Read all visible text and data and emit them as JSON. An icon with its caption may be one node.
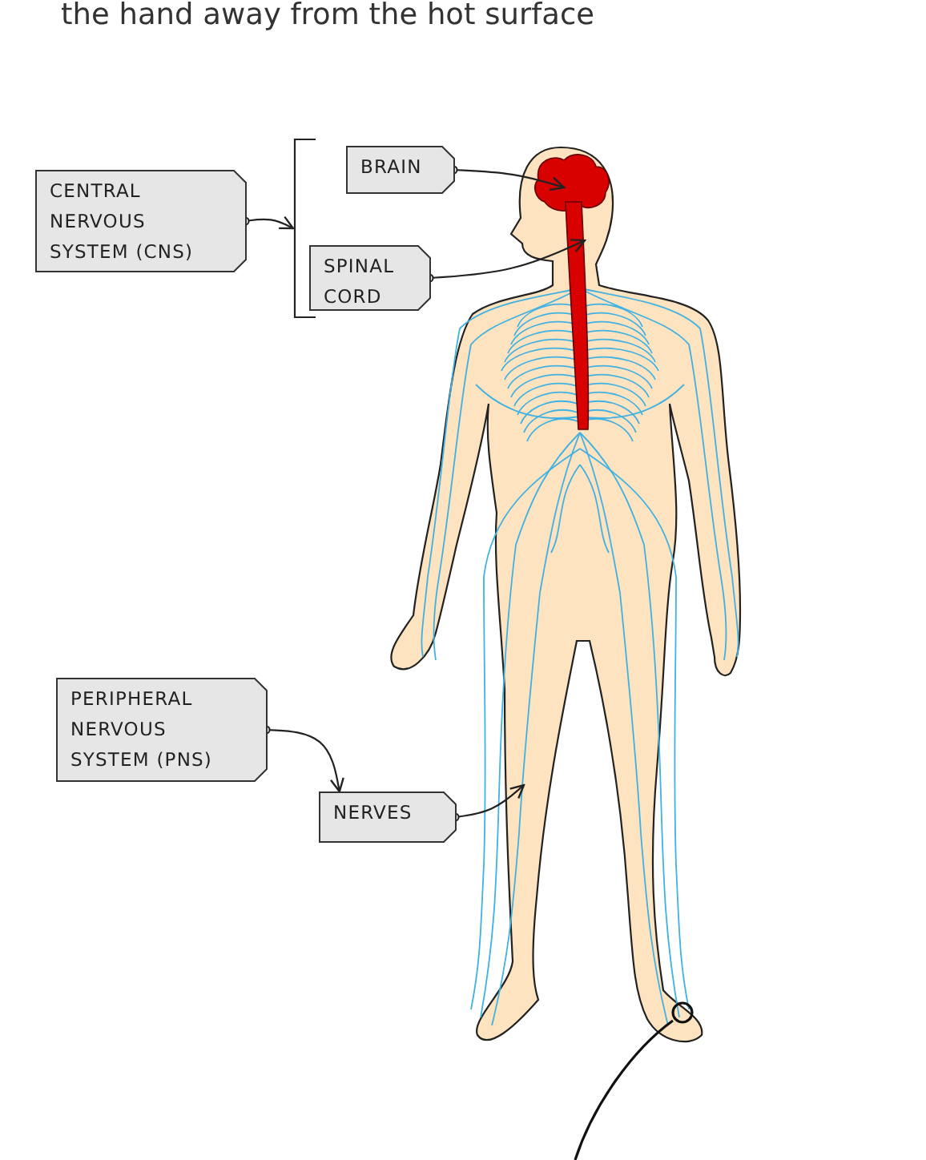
{
  "diagram": {
    "nodes": [
      {
        "text": [
          "CENTRAL NERVOUS SYSTEM (CNS)"
        ]
      },
      {
        "text": [
          "BRAIN"
        ]
      },
      {
        "text": [
          "SPINAL CORD"
        ]
      },
      {
        "text": [
          "PERIPHERAL NERVOUS SYSTEM (PNS)"
        ]
      },
      {
        "text": [
          "NERVES"
        ]
      },
      {
        "text": [],
        "shape": "brain"
      },
      {
        "text": [],
        "shape": "cord"
      },
      {
        "text": [],
        "shape": "bracket"
      }
    ],
    "edges": [
      {
        "from": 0,
        "to": 7,
        "arrow": "to"
      },
      {
        "from": 1,
        "to": 5,
        "arrow": "to"
      },
      {
        "from": 2,
        "to": 6,
        "arrow": "to"
      },
      {
        "from": 3,
        "to": 4,
        "arrow": "to"
      },
      {
        "from": 4,
        "to": null,
        "arrow": "to"
      }
    ],
    "labels": [
      "the hand away from the hot surface"
    ]
  }
}
